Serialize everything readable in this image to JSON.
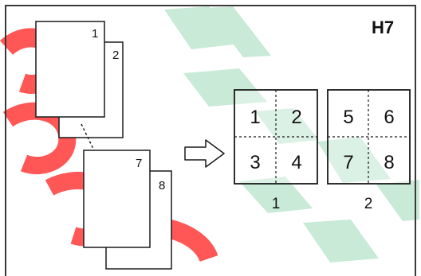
{
  "figure_code": "H7",
  "source_pages": [
    {
      "label": "1"
    },
    {
      "label": "2"
    },
    {
      "label": "7"
    },
    {
      "label": "8"
    }
  ],
  "output_sheets": [
    {
      "caption": "1",
      "cells": [
        "1",
        "2",
        "3",
        "4"
      ]
    },
    {
      "caption": "2",
      "cells": [
        "5",
        "6",
        "7",
        "8"
      ]
    }
  ],
  "arrow_icon": "right-outline-arrow",
  "colors": {
    "frame": "#3a3a3a",
    "line": "#1a1a1a",
    "watermark_green": "#c9ead7",
    "watermark_red": "#ff4d4d"
  }
}
